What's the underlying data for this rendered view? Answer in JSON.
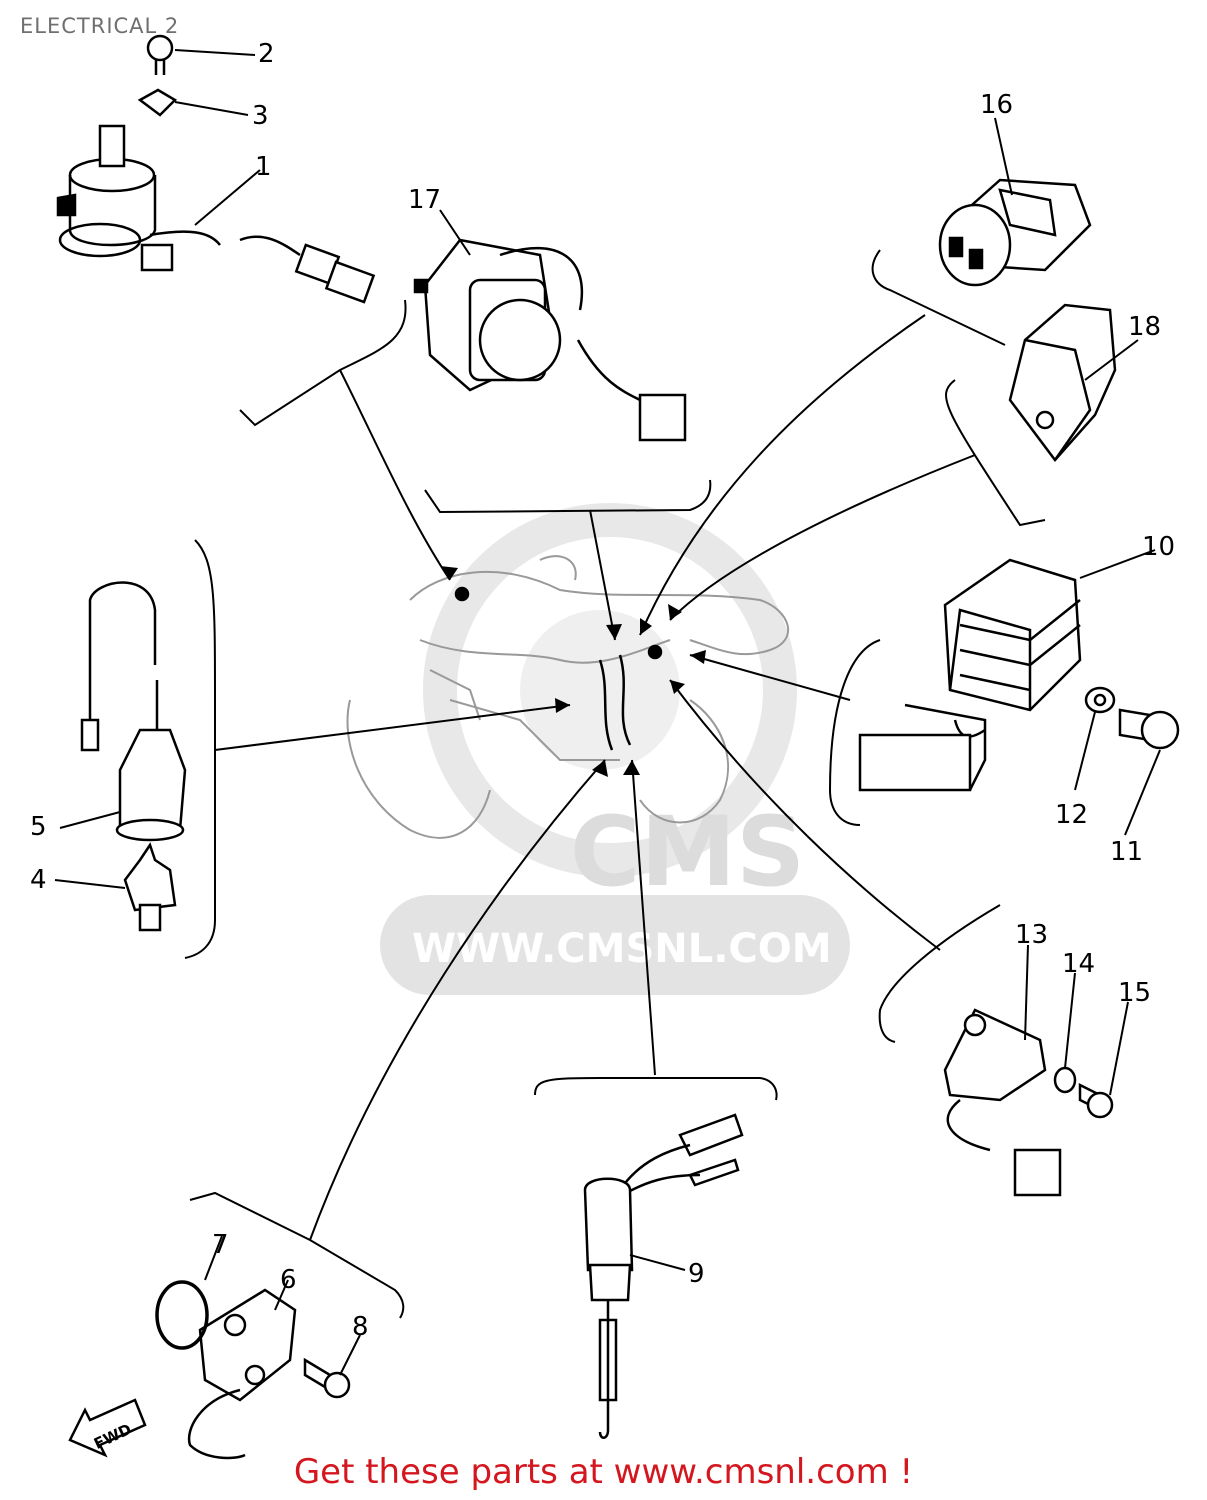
{
  "title": "ELECTRICAL 2",
  "footer": "Get these parts at www.cmsnl.com !",
  "watermark": {
    "brand": "CMS",
    "url": "WWW.CMSNL.COM"
  },
  "fwd_label": "FWD",
  "callouts": [
    {
      "id": "1",
      "label": "1"
    },
    {
      "id": "2",
      "label": "2"
    },
    {
      "id": "3",
      "label": "3"
    },
    {
      "id": "4",
      "label": "4"
    },
    {
      "id": "5",
      "label": "5"
    },
    {
      "id": "6",
      "label": "6"
    },
    {
      "id": "7",
      "label": "7"
    },
    {
      "id": "8",
      "label": "8"
    },
    {
      "id": "9",
      "label": "9"
    },
    {
      "id": "10",
      "label": "10"
    },
    {
      "id": "11",
      "label": "11"
    },
    {
      "id": "12",
      "label": "12"
    },
    {
      "id": "13",
      "label": "13"
    },
    {
      "id": "14",
      "label": "14"
    },
    {
      "id": "15",
      "label": "15"
    },
    {
      "id": "16",
      "label": "16"
    },
    {
      "id": "17",
      "label": "17"
    },
    {
      "id": "18",
      "label": "18"
    }
  ],
  "colors": {
    "ink": "#000000",
    "title": "#6f6f6f",
    "footer": "#d4171f",
    "watermark": "#e6e6e6"
  }
}
